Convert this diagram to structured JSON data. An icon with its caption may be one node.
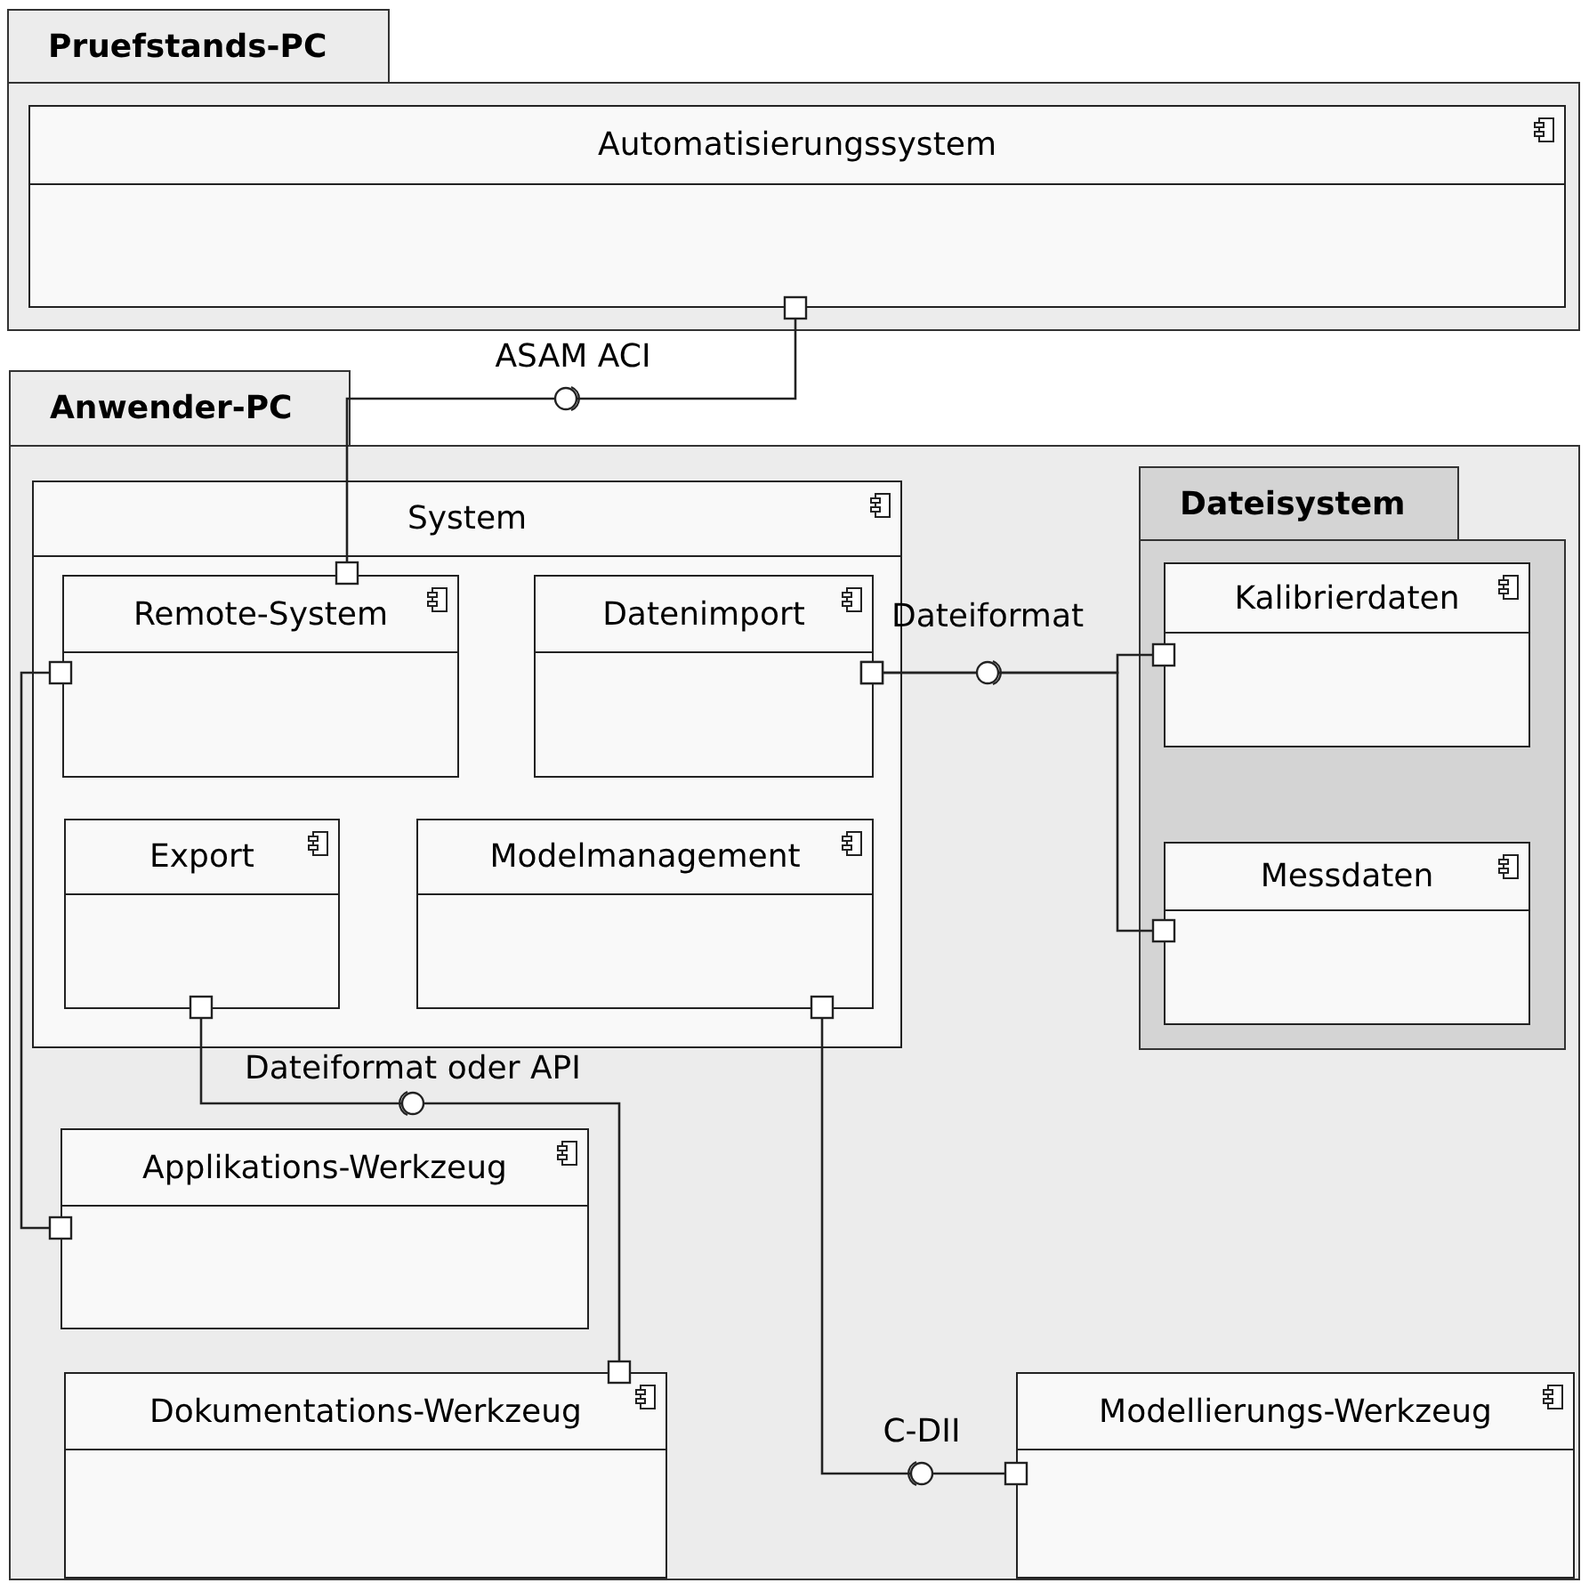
{
  "diagram": {
    "nodes": [
      {
        "text": [
          "Pruefstands-PC"
        ]
      },
      {
        "text": [
          "Automatisierungssystem"
        ],
        "in": 0
      },
      {
        "text": [
          "Anwender-PC"
        ]
      },
      {
        "text": [
          "System"
        ],
        "in": 2
      },
      {
        "text": [
          "Remote-System"
        ],
        "in": 3
      },
      {
        "text": [
          "Datenimport"
        ],
        "in": 3
      },
      {
        "text": [
          "Export"
        ],
        "in": 3
      },
      {
        "text": [
          "Modelmanagement"
        ],
        "in": 3
      },
      {
        "text": [
          "Dateisystem"
        ],
        "in": 2
      },
      {
        "text": [
          "Kalibrierdaten"
        ],
        "in": 8
      },
      {
        "text": [
          "Messdaten"
        ],
        "in": 8
      },
      {
        "text": [
          "Applikations-Werkzeug"
        ],
        "in": 2
      },
      {
        "text": [
          "Dokumentations-Werkzeug"
        ],
        "in": 2
      },
      {
        "text": [
          "Modellierungs-Werkzeug"
        ],
        "in": 2
      }
    ],
    "edges": [
      {
        "from": 1,
        "to": 4,
        "arrow": "other",
        "label": "ASAM ACI"
      },
      {
        "from": 5,
        "to": 9,
        "arrow": "other",
        "label": "Dateiformat"
      },
      {
        "from": 5,
        "to": 10,
        "arrow": "other"
      },
      {
        "from": 4,
        "to": 11,
        "arrow": "other"
      },
      {
        "from": 6,
        "to": 12,
        "arrow": "other",
        "label": "Dateiformat oder API"
      },
      {
        "from": 7,
        "to": 13,
        "arrow": "other",
        "label": "C-DII"
      }
    ]
  }
}
